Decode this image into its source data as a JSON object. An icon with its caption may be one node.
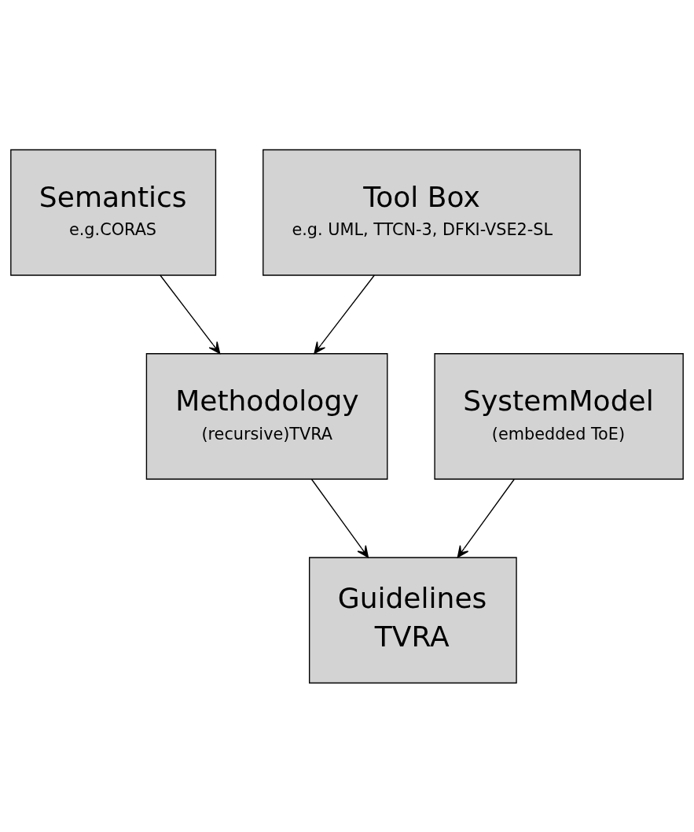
{
  "diagram": {
    "nodes": [
      {
        "text": [
          "Semantics",
          "e.g.CORAS"
        ]
      },
      {
        "text": [
          "Tool Box",
          "e.g. UML, TTCN-3, DFKI-VSE2-SL"
        ]
      },
      {
        "text": [
          "Methodology",
          "(recursive)TVRA"
        ]
      },
      {
        "text": [
          "SystemModel",
          "(embedded ToE)"
        ]
      },
      {
        "text": [
          "Guidelines",
          "TVRA"
        ]
      }
    ],
    "edges": [
      {
        "from": 0,
        "to": 2,
        "arrow": "to"
      },
      {
        "from": 1,
        "to": 2,
        "arrow": "to"
      },
      {
        "from": 2,
        "to": 4,
        "arrow": "to"
      },
      {
        "from": 3,
        "to": 4,
        "arrow": "to"
      }
    ]
  }
}
